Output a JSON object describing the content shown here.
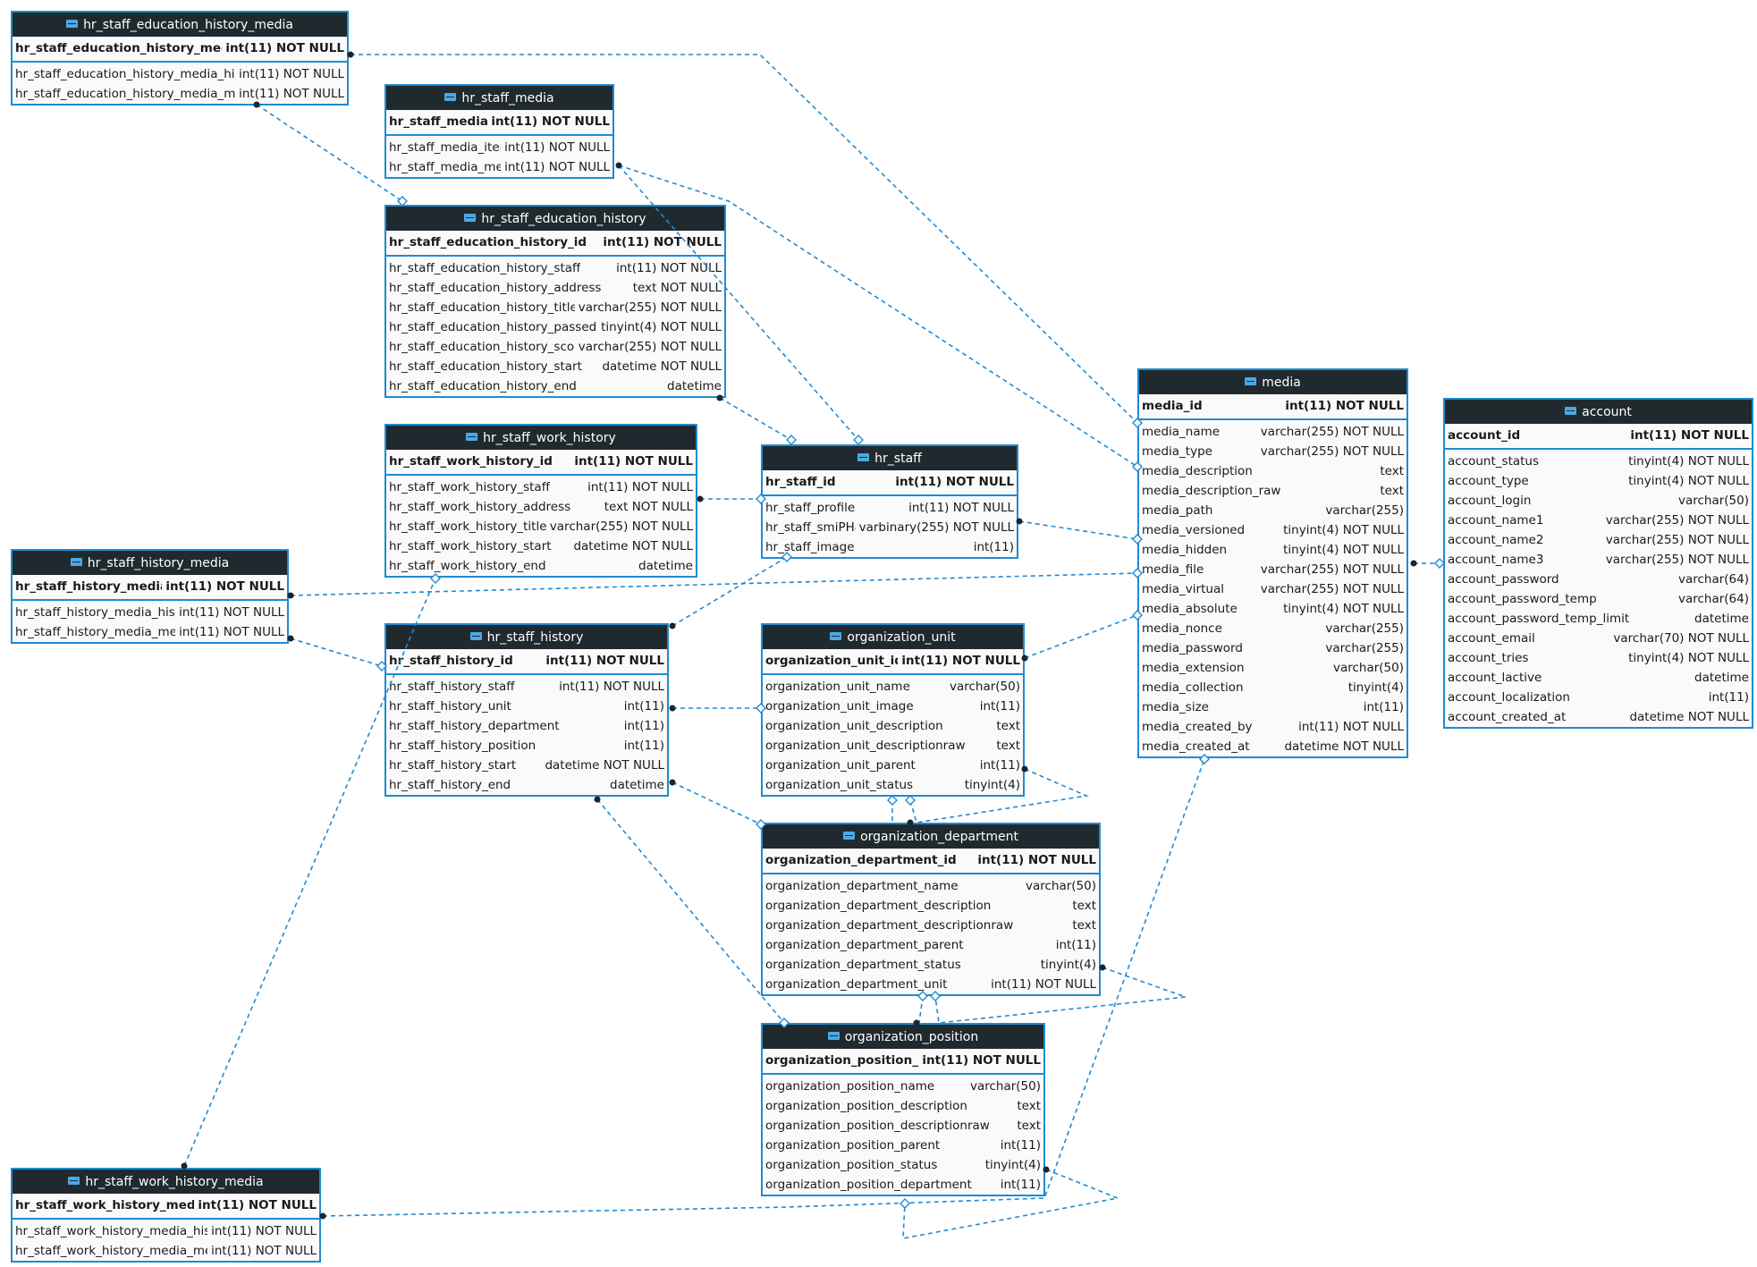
{
  "colors": {
    "border": "#1f8bd3",
    "header": "#202a2e",
    "link": "#1f8bd3"
  },
  "tables": [
    {
      "name": "hr_staff_education_history_media",
      "columns": [
        {
          "name": "hr_staff_education_history_media_id",
          "type": "int(11) NOT NULL",
          "pk": true
        },
        {
          "name": "hr_staff_education_history_media_history",
          "type": "int(11) NOT NULL"
        },
        {
          "name": "hr_staff_education_history_media_media",
          "type": "int(11) NOT NULL"
        }
      ]
    },
    {
      "name": "hr_staff_media",
      "columns": [
        {
          "name": "hr_staff_media_id",
          "type": "int(11) NOT NULL",
          "pk": true
        },
        {
          "name": "hr_staff_media_item",
          "type": "int(11) NOT NULL"
        },
        {
          "name": "hr_staff_media_media",
          "type": "int(11) NOT NULL"
        }
      ]
    },
    {
      "name": "hr_staff_education_history",
      "columns": [
        {
          "name": "hr_staff_education_history_id",
          "type": "int(11) NOT NULL",
          "pk": true
        },
        {
          "name": "hr_staff_education_history_staff",
          "type": "int(11) NOT NULL"
        },
        {
          "name": "hr_staff_education_history_address",
          "type": "text NOT NULL"
        },
        {
          "name": "hr_staff_education_history_title",
          "type": "varchar(255) NOT NULL"
        },
        {
          "name": "hr_staff_education_history_passed",
          "type": "tinyint(4) NOT NULL"
        },
        {
          "name": "hr_staff_education_history_score",
          "type": "varchar(255) NOT NULL"
        },
        {
          "name": "hr_staff_education_history_start",
          "type": "datetime NOT NULL"
        },
        {
          "name": "hr_staff_education_history_end",
          "type": "datetime"
        }
      ]
    },
    {
      "name": "hr_staff_work_history",
      "columns": [
        {
          "name": "hr_staff_work_history_id",
          "type": "int(11) NOT NULL",
          "pk": true
        },
        {
          "name": "hr_staff_work_history_staff",
          "type": "int(11) NOT NULL"
        },
        {
          "name": "hr_staff_work_history_address",
          "type": "text NOT NULL"
        },
        {
          "name": "hr_staff_work_history_title",
          "type": "varchar(255) NOT NULL"
        },
        {
          "name": "hr_staff_work_history_start",
          "type": "datetime NOT NULL"
        },
        {
          "name": "hr_staff_work_history_end",
          "type": "datetime"
        }
      ]
    },
    {
      "name": "hr_staff",
      "columns": [
        {
          "name": "hr_staff_id",
          "type": "int(11) NOT NULL",
          "pk": true
        },
        {
          "name": "hr_staff_profile",
          "type": "int(11) NOT NULL"
        },
        {
          "name": "hr_staff_smiPHash",
          "type": "varbinary(255) NOT NULL"
        },
        {
          "name": "hr_staff_image",
          "type": "int(11)"
        }
      ]
    },
    {
      "name": "hr_staff_history_media",
      "columns": [
        {
          "name": "hr_staff_history_media_id",
          "type": "int(11) NOT NULL",
          "pk": true
        },
        {
          "name": "hr_staff_history_media_history",
          "type": "int(11) NOT NULL"
        },
        {
          "name": "hr_staff_history_media_media",
          "type": "int(11) NOT NULL"
        }
      ]
    },
    {
      "name": "hr_staff_history",
      "columns": [
        {
          "name": "hr_staff_history_id",
          "type": "int(11) NOT NULL",
          "pk": true
        },
        {
          "name": "hr_staff_history_staff",
          "type": "int(11) NOT NULL"
        },
        {
          "name": "hr_staff_history_unit",
          "type": "int(11)"
        },
        {
          "name": "hr_staff_history_department",
          "type": "int(11)"
        },
        {
          "name": "hr_staff_history_position",
          "type": "int(11)"
        },
        {
          "name": "hr_staff_history_start",
          "type": "datetime NOT NULL"
        },
        {
          "name": "hr_staff_history_end",
          "type": "datetime"
        }
      ]
    },
    {
      "name": "organization_unit",
      "columns": [
        {
          "name": "organization_unit_id",
          "type": "int(11) NOT NULL",
          "pk": true
        },
        {
          "name": "organization_unit_name",
          "type": "varchar(50)"
        },
        {
          "name": "organization_unit_image",
          "type": "int(11)"
        },
        {
          "name": "organization_unit_description",
          "type": "text"
        },
        {
          "name": "organization_unit_descriptionraw",
          "type": "text"
        },
        {
          "name": "organization_unit_parent",
          "type": "int(11)"
        },
        {
          "name": "organization_unit_status",
          "type": "tinyint(4)"
        }
      ]
    },
    {
      "name": "organization_department",
      "columns": [
        {
          "name": "organization_department_id",
          "type": "int(11) NOT NULL",
          "pk": true
        },
        {
          "name": "organization_department_name",
          "type": "varchar(50)"
        },
        {
          "name": "organization_department_description",
          "type": "text"
        },
        {
          "name": "organization_department_descriptionraw",
          "type": "text"
        },
        {
          "name": "organization_department_parent",
          "type": "int(11)"
        },
        {
          "name": "organization_department_status",
          "type": "tinyint(4)"
        },
        {
          "name": "organization_department_unit",
          "type": "int(11) NOT NULL"
        }
      ]
    },
    {
      "name": "organization_position",
      "columns": [
        {
          "name": "organization_position_id",
          "type": "int(11) NOT NULL",
          "pk": true
        },
        {
          "name": "organization_position_name",
          "type": "varchar(50)"
        },
        {
          "name": "organization_position_description",
          "type": "text"
        },
        {
          "name": "organization_position_descriptionraw",
          "type": "text"
        },
        {
          "name": "organization_position_parent",
          "type": "int(11)"
        },
        {
          "name": "organization_position_status",
          "type": "tinyint(4)"
        },
        {
          "name": "organization_position_department",
          "type": "int(11)"
        }
      ]
    },
    {
      "name": "media",
      "columns": [
        {
          "name": "media_id",
          "type": "int(11) NOT NULL",
          "pk": true
        },
        {
          "name": "media_name",
          "type": "varchar(255) NOT NULL"
        },
        {
          "name": "media_type",
          "type": "varchar(255) NOT NULL"
        },
        {
          "name": "media_description",
          "type": "text"
        },
        {
          "name": "media_description_raw",
          "type": "text"
        },
        {
          "name": "media_path",
          "type": "varchar(255)"
        },
        {
          "name": "media_versioned",
          "type": "tinyint(4) NOT NULL"
        },
        {
          "name": "media_hidden",
          "type": "tinyint(4) NOT NULL"
        },
        {
          "name": "media_file",
          "type": "varchar(255) NOT NULL"
        },
        {
          "name": "media_virtual",
          "type": "varchar(255) NOT NULL"
        },
        {
          "name": "media_absolute",
          "type": "tinyint(4) NOT NULL"
        },
        {
          "name": "media_nonce",
          "type": "varchar(255)"
        },
        {
          "name": "media_password",
          "type": "varchar(255)"
        },
        {
          "name": "media_extension",
          "type": "varchar(50)"
        },
        {
          "name": "media_collection",
          "type": "tinyint(4)"
        },
        {
          "name": "media_size",
          "type": "int(11)"
        },
        {
          "name": "media_created_by",
          "type": "int(11) NOT NULL"
        },
        {
          "name": "media_created_at",
          "type": "datetime NOT NULL"
        }
      ]
    },
    {
      "name": "account",
      "columns": [
        {
          "name": "account_id",
          "type": "int(11) NOT NULL",
          "pk": true
        },
        {
          "name": "account_status",
          "type": "tinyint(4) NOT NULL"
        },
        {
          "name": "account_type",
          "type": "tinyint(4) NOT NULL"
        },
        {
          "name": "account_login",
          "type": "varchar(50)"
        },
        {
          "name": "account_name1",
          "type": "varchar(255) NOT NULL"
        },
        {
          "name": "account_name2",
          "type": "varchar(255) NOT NULL"
        },
        {
          "name": "account_name3",
          "type": "varchar(255) NOT NULL"
        },
        {
          "name": "account_password",
          "type": "varchar(64)"
        },
        {
          "name": "account_password_temp",
          "type": "varchar(64)"
        },
        {
          "name": "account_password_temp_limit",
          "type": "datetime"
        },
        {
          "name": "account_email",
          "type": "varchar(70) NOT NULL"
        },
        {
          "name": "account_tries",
          "type": "tinyint(4) NOT NULL"
        },
        {
          "name": "account_lactive",
          "type": "datetime"
        },
        {
          "name": "account_localization",
          "type": "int(11)"
        },
        {
          "name": "account_created_at",
          "type": "datetime NOT NULL"
        }
      ]
    },
    {
      "name": "hr_staff_work_history_media",
      "columns": [
        {
          "name": "hr_staff_work_history_media_id",
          "type": "int(11) NOT NULL",
          "pk": true
        },
        {
          "name": "hr_staff_work_history_media_history",
          "type": "int(11) NOT NULL"
        },
        {
          "name": "hr_staff_work_history_media_media",
          "type": "int(11) NOT NULL"
        }
      ]
    }
  ]
}
